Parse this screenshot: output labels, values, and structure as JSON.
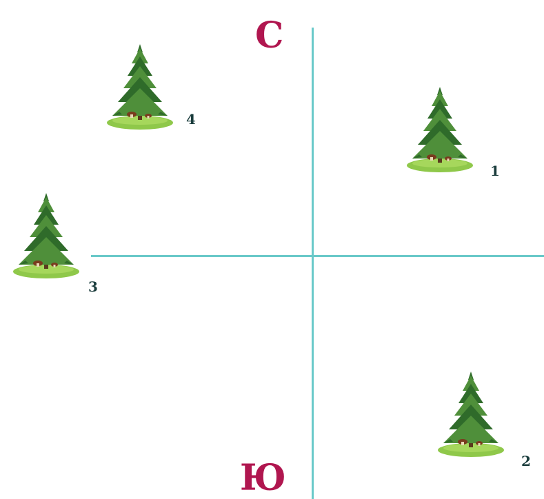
{
  "directions": {
    "north": "С",
    "south": "Ю"
  },
  "trees": [
    {
      "id": "1",
      "label": "1",
      "quadrant": "north-east"
    },
    {
      "id": "2",
      "label": "2",
      "quadrant": "south-east"
    },
    {
      "id": "3",
      "label": "3",
      "quadrant": "west"
    },
    {
      "id": "4",
      "label": "4",
      "quadrant": "north-west"
    }
  ],
  "colors": {
    "axis": "#6ac9c9",
    "direction_label": "#b0164f",
    "number_label": "#1a3c3c",
    "tree_dark": "#2f6b2a",
    "tree_mid": "#4f8f3a",
    "grass": "#8fc84a",
    "mushroom": "#7a3b1e"
  },
  "icons": {
    "tree": "spruce-tree-icon"
  }
}
